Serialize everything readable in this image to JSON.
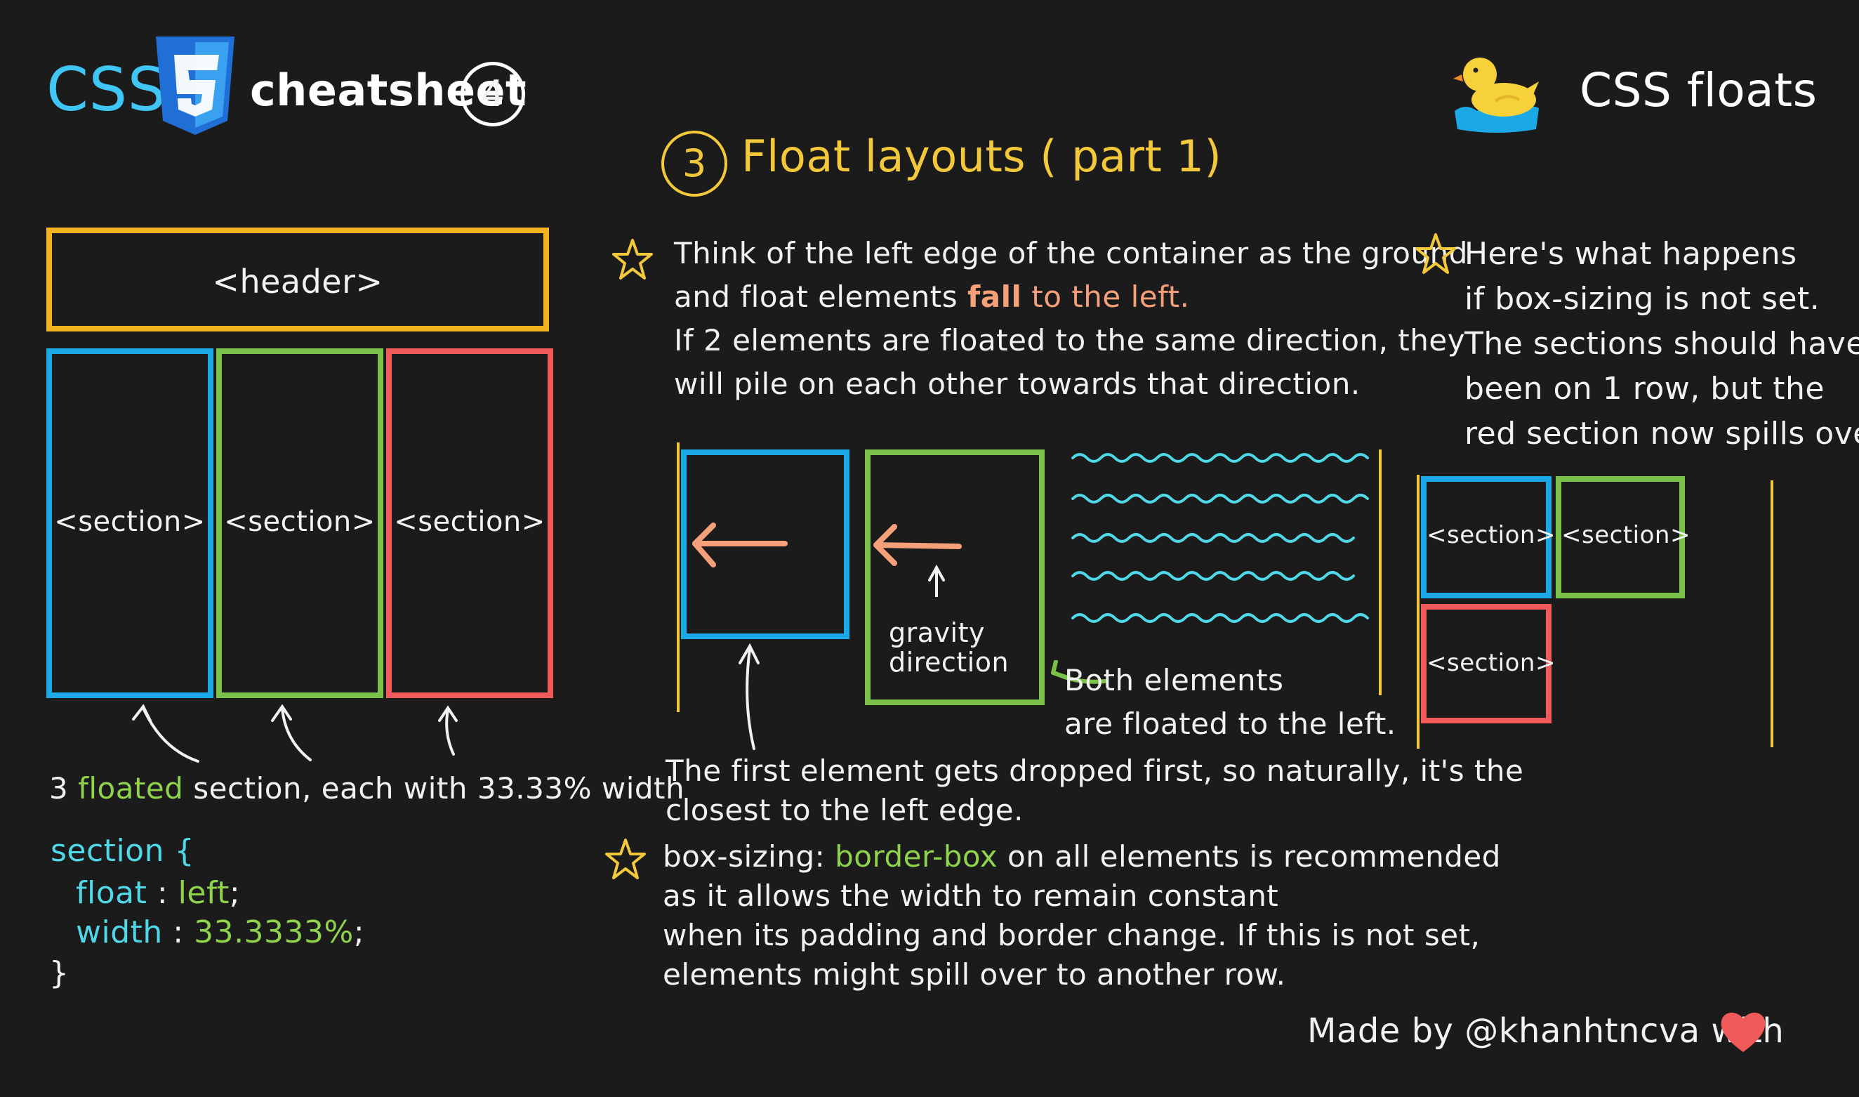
{
  "header": {
    "css_word": "CSS",
    "shield_icon": "css3-shield-icon",
    "cheatsheet": "cheatsheet",
    "number": "4",
    "duck_icon": "duck-icon",
    "topic": "CSS floats"
  },
  "section": {
    "number": "3",
    "title": "Float layouts ( part 1)"
  },
  "left_diagram": {
    "header_label": "<header>",
    "sections": [
      "<section>",
      "<section>",
      "<section>"
    ],
    "caption": {
      "prefix": "3 ",
      "highlight": "floated",
      "suffix": " section, each with 33.33% width"
    },
    "code": {
      "selector": "section {",
      "prop1": "float",
      "val1": "left",
      "prop2": "width",
      "val2": "33.3333%",
      "close": "}"
    }
  },
  "middle": {
    "para1_a": "Think of the left edge of the container as the ground",
    "para1_b_pre": "and float elements ",
    "para1_b_fall": "fall",
    "para1_b_left": " to the left.",
    "para1_c": "If 2 elements are floated to the same direction, they",
    "para1_d": "will pile on each other towards that direction.",
    "gravity_1": "gravity",
    "gravity_2": "direction",
    "both_1": "Both elements",
    "both_2": "are floated to the left.",
    "first_1": "The first element gets dropped first, so naturally, it's the",
    "first_2": "closest to the left edge.",
    "para3_a_pre": "box-sizing: ",
    "para3_a_val": "border-box",
    "para3_a_post": " on all elements is recommended",
    "para3_b": "as it allows the width to remain constant",
    "para3_c": "when its padding and border change. If this is not set,",
    "para3_d": "elements might spill over to another row."
  },
  "right": {
    "para_a": "Here's what happens",
    "para_b": "if box-sizing is not set.",
    "para_c": "The sections should have",
    "para_d": "been on 1 row, but the",
    "para_e": "red section now spills over.",
    "sections": [
      "<section>",
      "<section>",
      "<section>"
    ]
  },
  "footer": {
    "made_by": "Made by @khanhtncva with",
    "heart_icon": "heart-icon"
  },
  "colors": {
    "background": "#1b1b1b",
    "yellow": "#f3c83a",
    "blue": "#1aa8e6",
    "green": "#7ac14a",
    "red": "#f15a5a",
    "salmon": "#f6a07a",
    "cyan": "#4fd8e8"
  }
}
